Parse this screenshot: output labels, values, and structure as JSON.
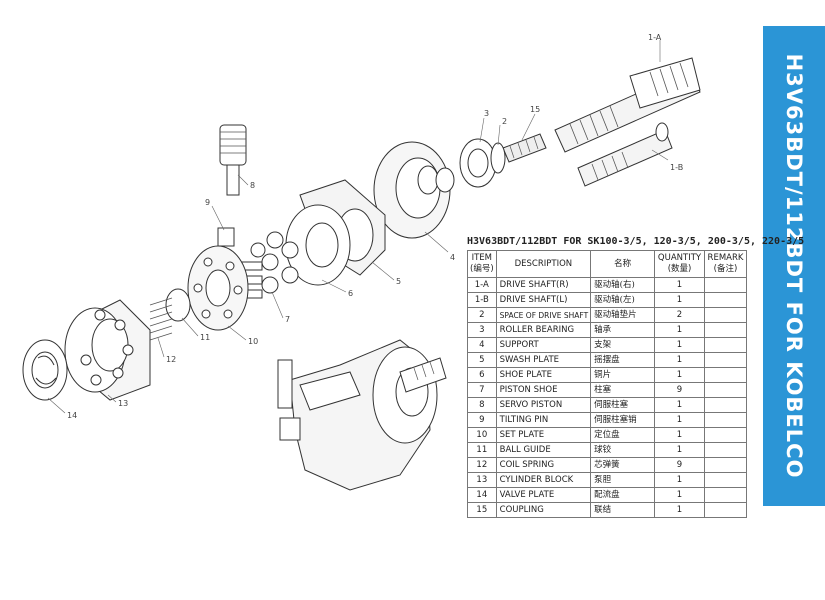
{
  "banner": {
    "text": "H3V63BDT/112BDT FOR KOBELCO",
    "color": "#2b95d6"
  },
  "table": {
    "title": "H3V63BDT/112BDT FOR SK100-3/5, 120-3/5, 200-3/5, 220-3/5",
    "headers": {
      "item": "ITEM",
      "item_cn": "(编号)",
      "description": "DESCRIPTION",
      "name_cn": "名称",
      "quantity": "QUANTITY",
      "quantity_cn": "(数量)",
      "remark": "REMARK",
      "remark_cn": "(备注)"
    },
    "rows": [
      {
        "item": "1-A",
        "description": "DRIVE SHAFT(R)",
        "name_cn": "驱动轴(右)",
        "qty": "1",
        "remark": ""
      },
      {
        "item": "1-B",
        "description": "DRIVE SHAFT(L)",
        "name_cn": "驱动轴(左)",
        "qty": "1",
        "remark": ""
      },
      {
        "item": "2",
        "description": "SPACE OF DRIVE SHAFT",
        "name_cn": "驱动轴垫片",
        "qty": "2",
        "remark": ""
      },
      {
        "item": "3",
        "description": "ROLLER BEARING",
        "name_cn": "轴承",
        "qty": "1",
        "remark": ""
      },
      {
        "item": "4",
        "description": "SUPPORT",
        "name_cn": "支架",
        "qty": "1",
        "remark": ""
      },
      {
        "item": "5",
        "description": "SWASH PLATE",
        "name_cn": "摇摆盘",
        "qty": "1",
        "remark": ""
      },
      {
        "item": "6",
        "description": "SHOE PLATE",
        "name_cn": "铜片",
        "qty": "1",
        "remark": ""
      },
      {
        "item": "7",
        "description": "PISTON SHOE",
        "name_cn": "柱塞",
        "qty": "9",
        "remark": ""
      },
      {
        "item": "8",
        "description": "SERVO PISTON",
        "name_cn": "伺服柱塞",
        "qty": "1",
        "remark": ""
      },
      {
        "item": "9",
        "description": "TILTING PIN",
        "name_cn": "伺服柱塞销",
        "qty": "1",
        "remark": ""
      },
      {
        "item": "10",
        "description": "SET PLATE",
        "name_cn": "定位盘",
        "qty": "1",
        "remark": ""
      },
      {
        "item": "11",
        "description": "BALL GUIDE",
        "name_cn": "球铰",
        "qty": "1",
        "remark": ""
      },
      {
        "item": "12",
        "description": "COIL SPRING",
        "name_cn": "芯弹簧",
        "qty": "9",
        "remark": ""
      },
      {
        "item": "13",
        "description": "CYLINDER BLOCK",
        "name_cn": "泵胆",
        "qty": "1",
        "remark": ""
      },
      {
        "item": "14",
        "description": "VALVE PLATE",
        "name_cn": "配流盘",
        "qty": "1",
        "remark": ""
      },
      {
        "item": "15",
        "description": "COUPLING",
        "name_cn": "联结",
        "qty": "1",
        "remark": ""
      }
    ]
  },
  "callouts": [
    "1-A",
    "1-B",
    "2",
    "3",
    "4",
    "5",
    "6",
    "7",
    "8",
    "9",
    "10",
    "11",
    "12",
    "13",
    "14",
    "15"
  ]
}
